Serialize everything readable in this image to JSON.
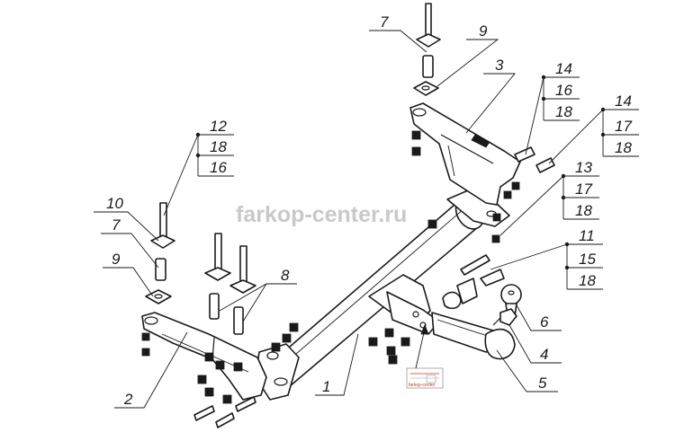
{
  "watermark": "farkop-center.ru",
  "labels": {
    "l1": "1",
    "l2": "2",
    "l3": "3",
    "l4": "4",
    "l5": "5",
    "l6": "6",
    "l7a": "7",
    "l7b": "7",
    "l8": "8",
    "l9a": "9",
    "l9b": "9",
    "l10": "10"
  },
  "groups": {
    "g12": [
      "12",
      "18",
      "16"
    ],
    "g14a": [
      "14",
      "16",
      "18"
    ],
    "g14b": [
      "14",
      "17",
      "18"
    ],
    "g13": [
      "13",
      "17",
      "18"
    ],
    "g11": [
      "11",
      "15",
      "18"
    ]
  },
  "stamp": {
    "text": "farkop-center"
  },
  "colors": {
    "ink": "#1a1a1a",
    "watermark": "#c9c9c9",
    "stamp": "#c0392b"
  }
}
